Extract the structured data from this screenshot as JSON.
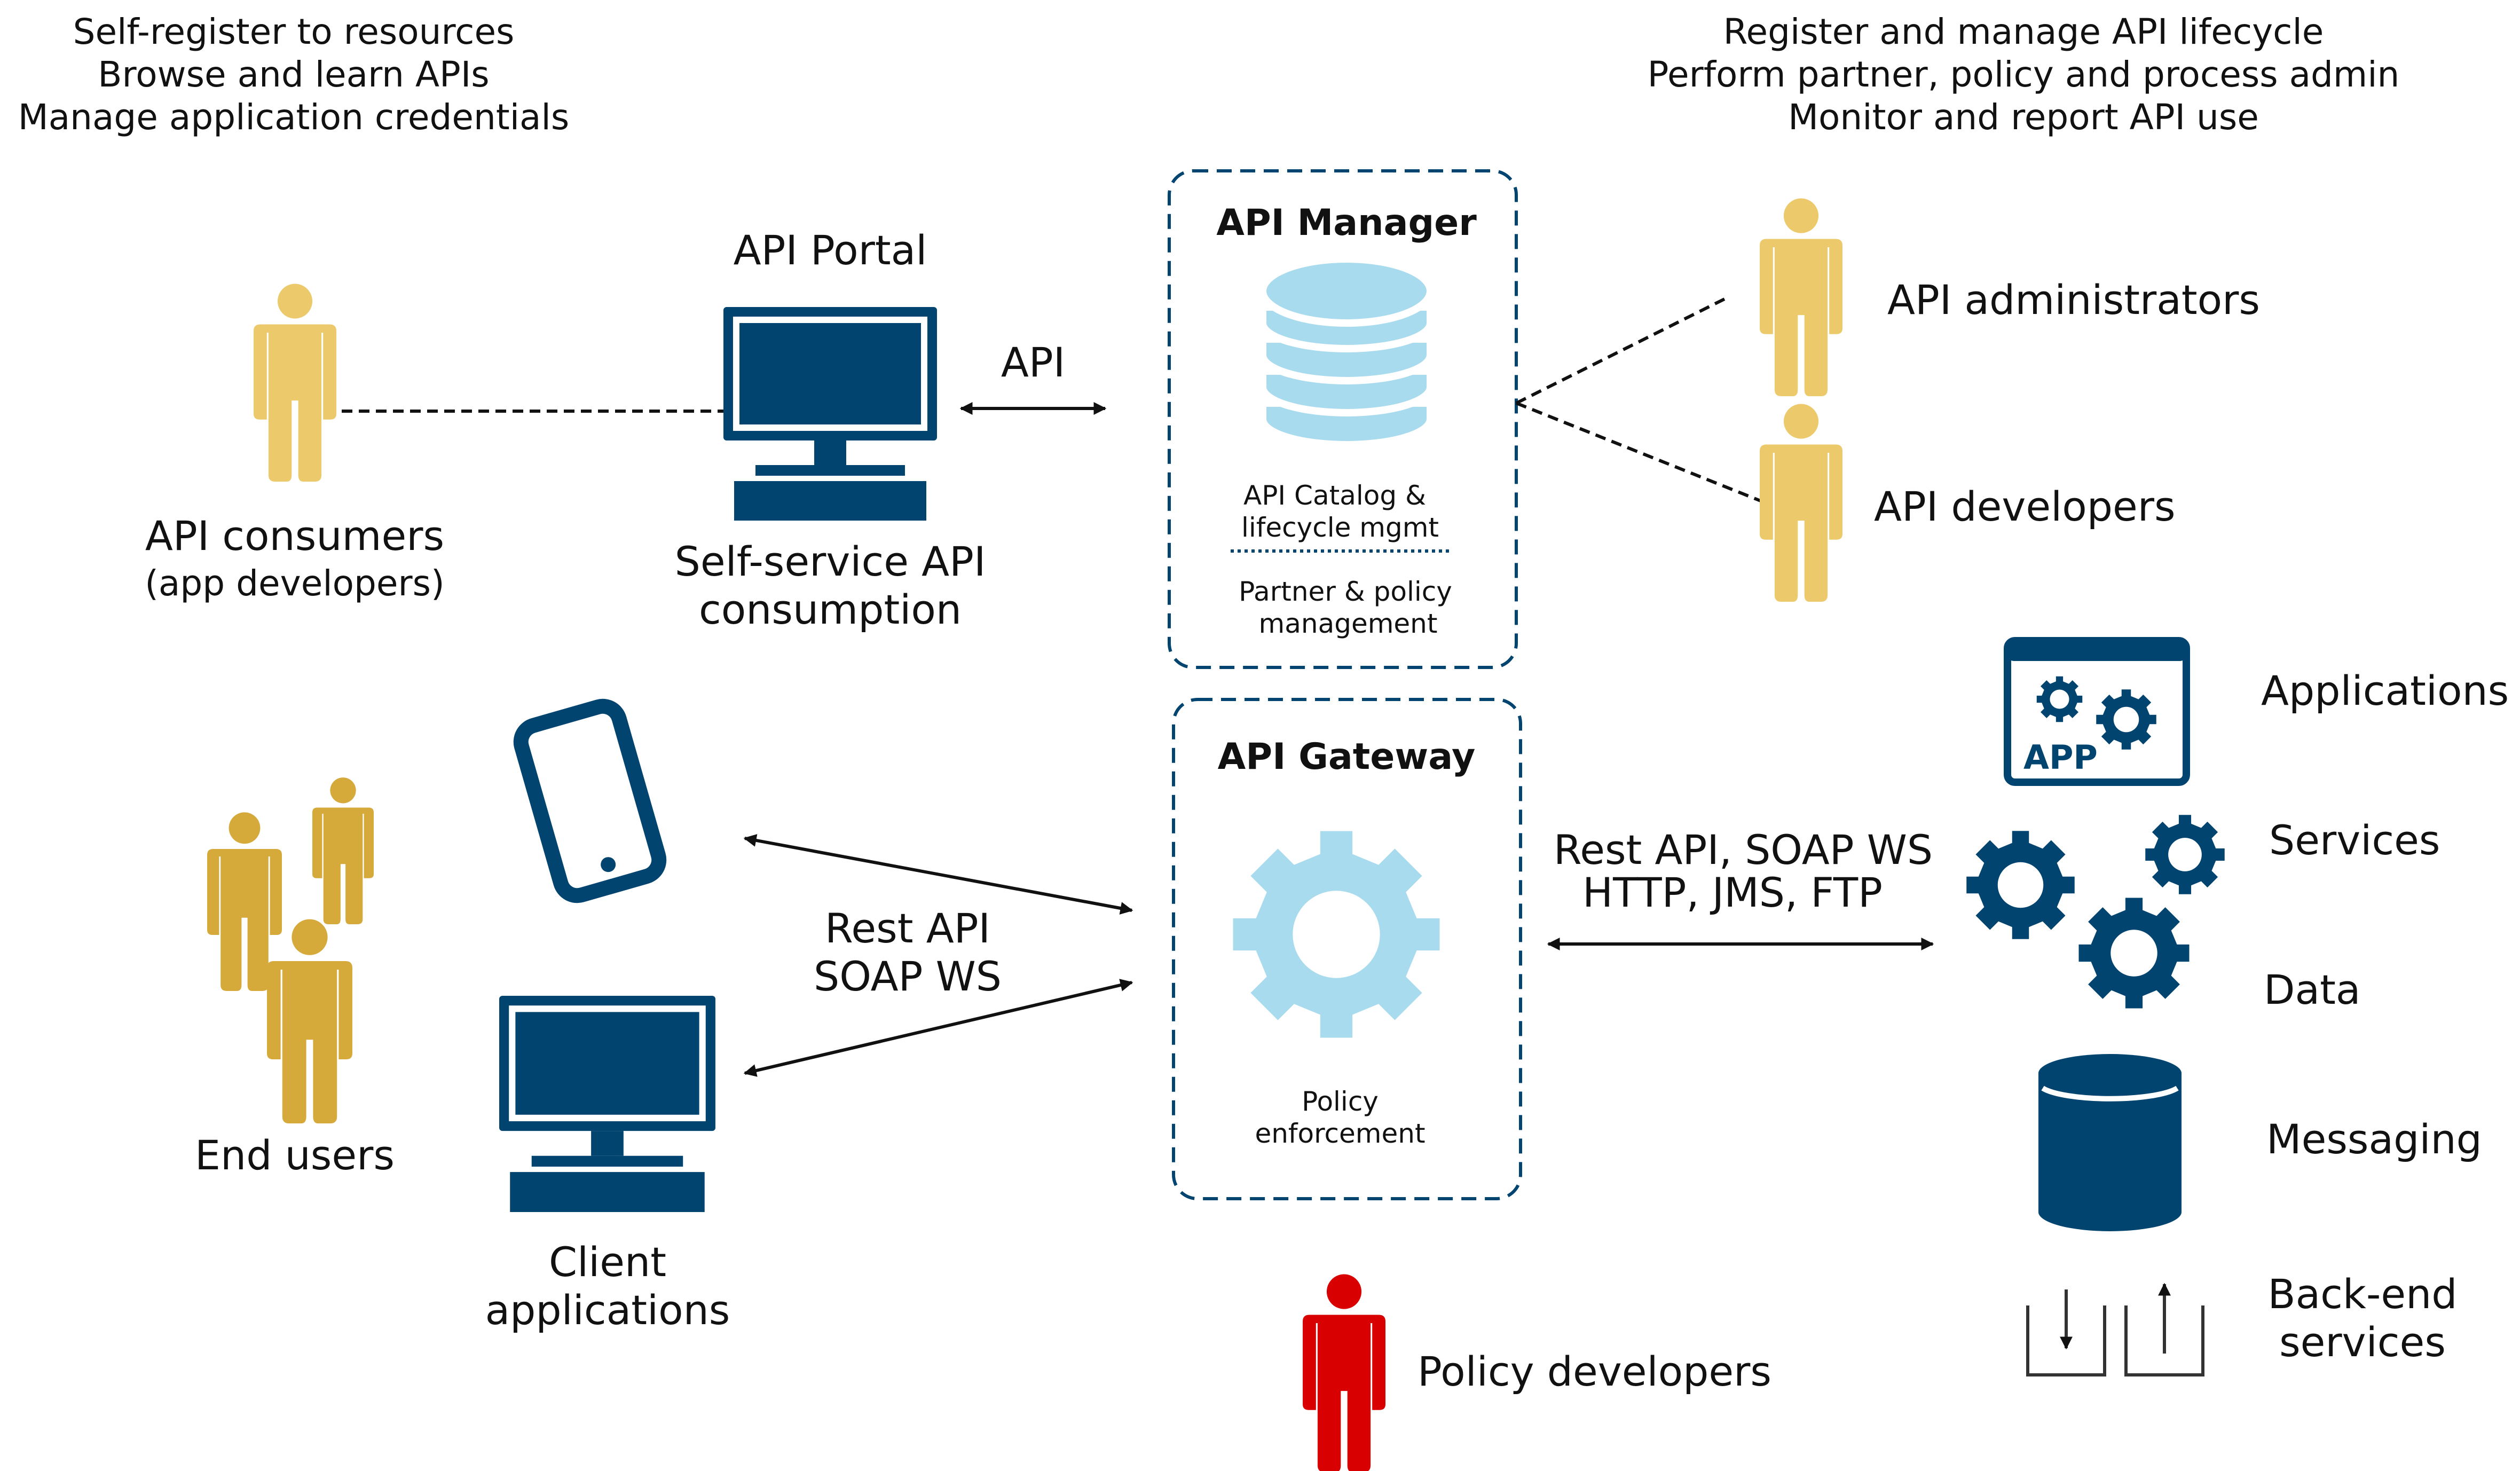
{
  "colors": {
    "navy": "#014470",
    "light_blue": "#a8dbee",
    "person_yellow": "#ecca6b",
    "person_gold": "#d6a93b",
    "policy_red": "#d80000",
    "arrow": "#111111"
  },
  "consumer_notes": [
    "Self-register to resources",
    "Browse and learn APIs",
    "Manage application credentials"
  ],
  "admin_notes": [
    "Register and manage API lifecycle",
    "Perform partner, policy and process admin",
    "Monitor and report API use"
  ],
  "api_consumers": {
    "title": "API consumers",
    "subtitle": "(app developers)",
    "icon": "person-icon"
  },
  "api_portal": {
    "title": "API Portal",
    "caption_line1": "Self-service API",
    "caption_line2": "consumption",
    "icon": "monitor-icon"
  },
  "portal_link": {
    "label": "API"
  },
  "api_manager": {
    "title": "API Manager",
    "catalog_line1": "API Catalog &",
    "catalog_line2": "lifecycle mgmt",
    "partner_line1": "Partner & policy",
    "partner_line2": "management",
    "icon": "database-stack-icon"
  },
  "api_administrators": {
    "label": "API administrators",
    "icon": "person-icon"
  },
  "api_developers": {
    "label": "API developers",
    "icon": "person-icon"
  },
  "end_users": {
    "label": "End users",
    "icon": "people-group-icon"
  },
  "client_applications": {
    "line1": "Client",
    "line2": "applications",
    "icons": [
      "smartphone-icon",
      "monitor-icon"
    ]
  },
  "client_protocols": {
    "line1": "Rest API",
    "line2": "SOAP WS"
  },
  "api_gateway": {
    "title": "API Gateway",
    "caption_line1": "Policy",
    "caption_line2": "enforcement",
    "icon": "gear-icon"
  },
  "backend_protocols": {
    "line1": "Rest API, SOAP WS",
    "line2": "HTTP, JMS, FTP"
  },
  "backend_items": {
    "applications": "Applications",
    "services": "Services",
    "data": "Data",
    "messaging": "Messaging",
    "backend_line1": "Back-end",
    "backend_line2": "services",
    "app_badge": "APP"
  },
  "policy_developers": {
    "label": "Policy developers",
    "icon": "person-icon"
  }
}
